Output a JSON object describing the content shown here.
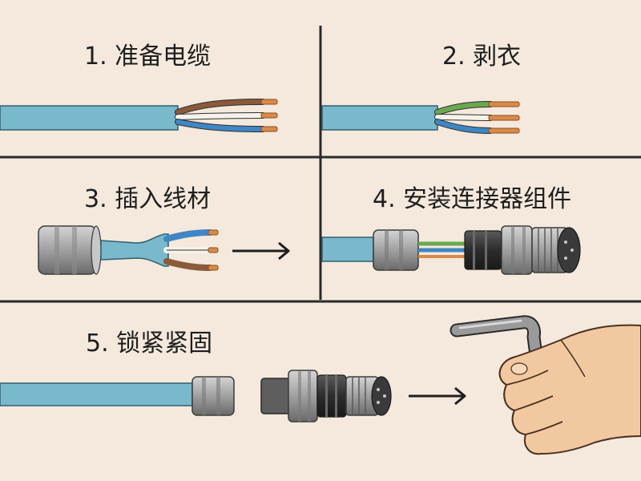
{
  "steps": [
    {
      "title": "1. 准备电缆"
    },
    {
      "title": "2. 剥衣"
    },
    {
      "title": "3. 插入线材"
    },
    {
      "title": "4. 安装连接器组件"
    },
    {
      "title": "5. 锁紧紧固"
    }
  ],
  "colors": {
    "background": "#f4e9dc",
    "divider": "#2a2a2a",
    "cable": "#7ab8cc",
    "cable_outline": "#2f5f70",
    "wire_brown": "#8a5a3a",
    "wire_white": "#f5f2ea",
    "wire_blue": "#3f86c4",
    "wire_green": "#6aa84f",
    "copper": "#d98a4a",
    "connector_gray": "#a8a8a8",
    "connector_dark": "#3a3a3a",
    "skin": "#f2c8a0"
  },
  "icons": [
    "arrow-right-icon",
    "hex-key-icon",
    "hand-icon"
  ]
}
